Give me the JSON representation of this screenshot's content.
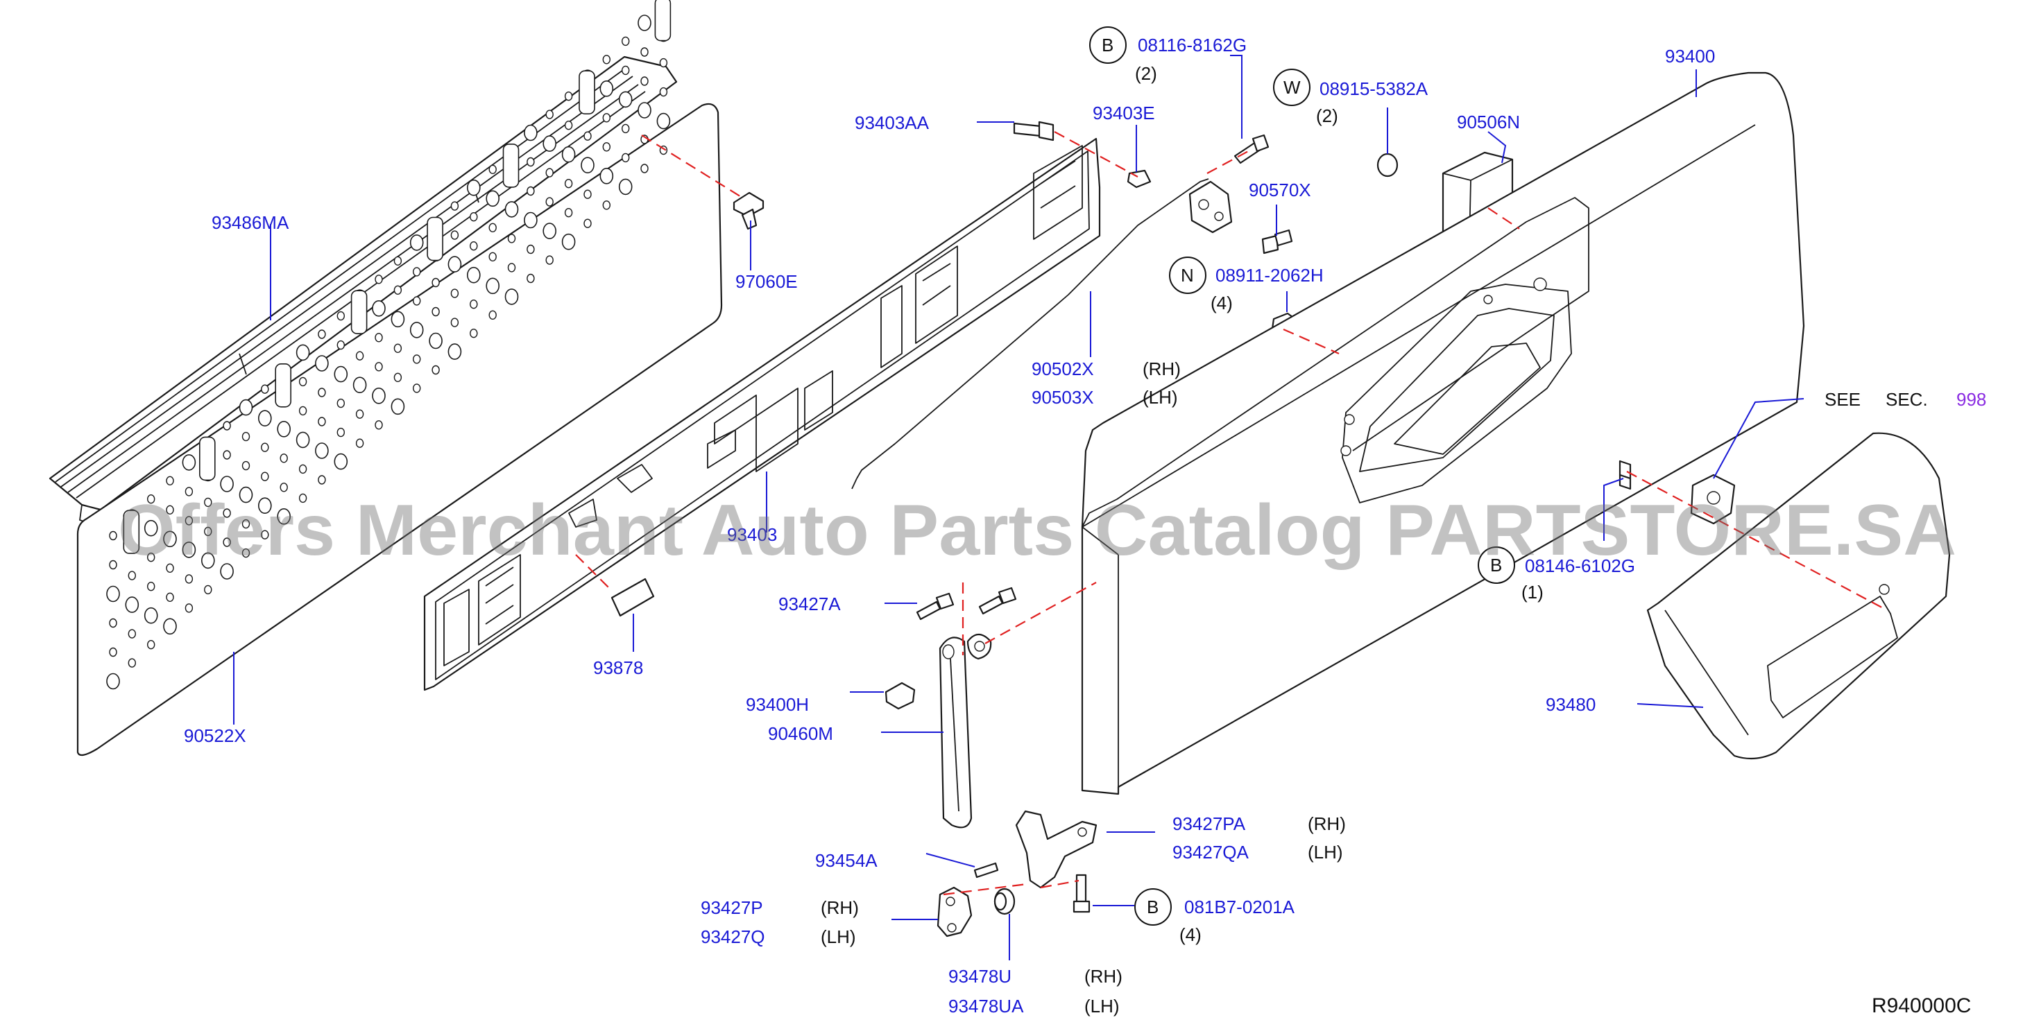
{
  "diagram_code": "R940000C",
  "watermark": "Offers Merchant Auto Parts Catalog PARTSTORE.SA",
  "colors": {
    "part_number": "#1a1ad6",
    "dash_line": "#e02020",
    "section_ref": "#8a2be2"
  },
  "labels": {
    "p93486MA": "93486MA",
    "p97060E": "97060E",
    "p90522X": "90522X",
    "p93403AA": "93403AA",
    "p93403E": "93403E",
    "p93403": "93403",
    "p93878": "93878",
    "p90502X": "90502X",
    "p90502X_side": "(RH)",
    "p90503X": "90503X",
    "p90503X_side": "(LH)",
    "b1_letter": "B",
    "b1_pn": "08116-8162G",
    "b1_qty": "(2)",
    "w_letter": "W",
    "w_pn": "08915-5382A",
    "w_qty": "(2)",
    "p90570X": "90570X",
    "n_letter": "N",
    "n_pn": "08911-2062H",
    "n_qty": "(4)",
    "p90506N": "90506N",
    "p93400": "93400",
    "see": "SEE",
    "sec": "SEC.",
    "sec_num": "998",
    "b2_letter": "B",
    "b2_pn": "08146-6102G",
    "b2_qty": "(1)",
    "p93480": "93480",
    "p93427A": "93427A",
    "p93400H": "93400H",
    "p90460M": "90460M",
    "p93427PA": "93427PA",
    "p93427PA_side": "(RH)",
    "p93427QA": "93427QA",
    "p93427QA_side": "(LH)",
    "p93454A": "93454A",
    "b3_letter": "B",
    "b3_pn": "081B7-0201A",
    "b3_qty": "(4)",
    "p93427P": "93427P",
    "p93427P_side": "(RH)",
    "p93427Q": "93427Q",
    "p93427Q_side": "(LH)",
    "p93478U": "93478U",
    "p93478U_side": "(RH)",
    "p93478UA": "93478UA",
    "p93478UA_side": "(LH)"
  }
}
